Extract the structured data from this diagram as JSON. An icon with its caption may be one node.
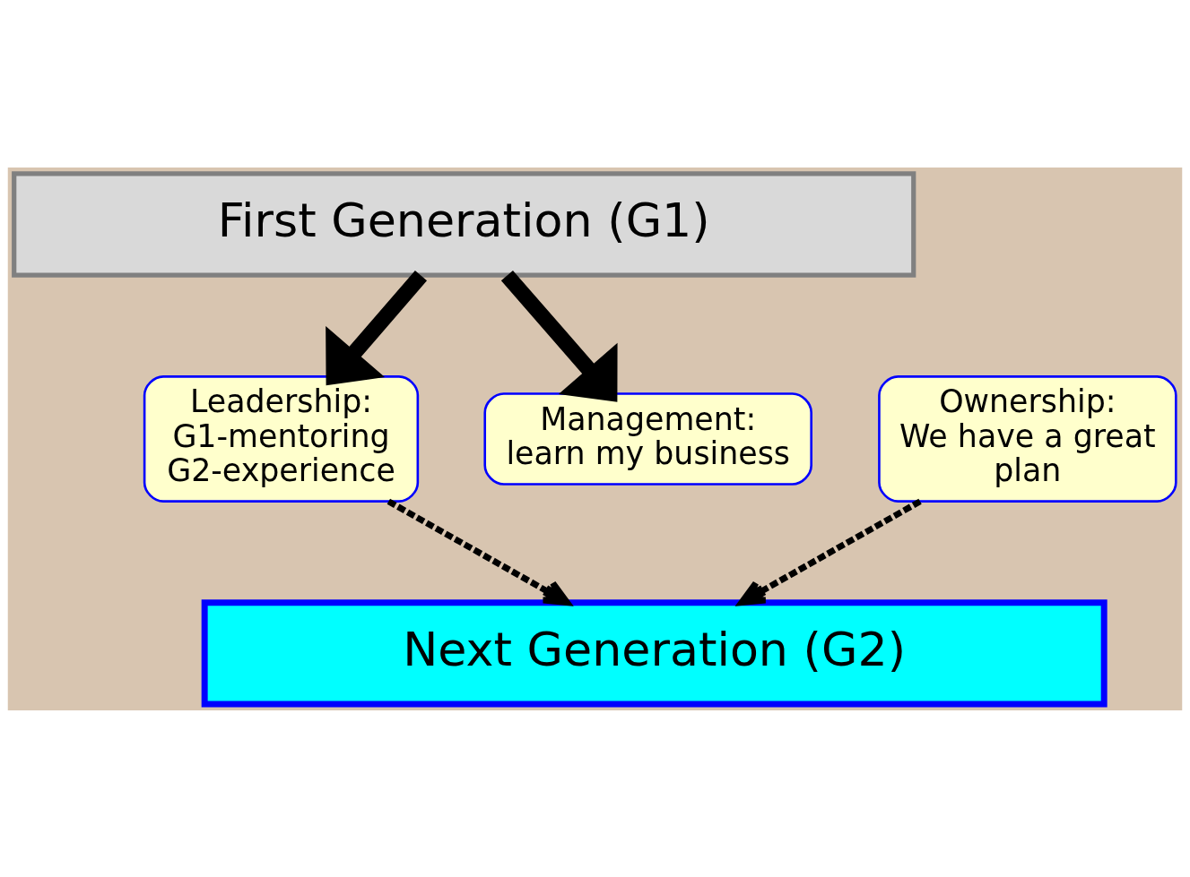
{
  "diagram": {
    "nodes": [
      {
        "text": [
          "First Generation (G1)"
        ]
      },
      {
        "text": [
          "Ownership: We have a great plan"
        ]
      },
      {
        "text": [
          "Leadership: G1-mentoring G2-experience"
        ]
      },
      {
        "text": [
          "Management: learn my business"
        ]
      },
      {
        "text": [
          "Next Generation (G2)"
        ]
      }
    ],
    "edges": [
      {
        "from": 0,
        "to": 3,
        "arrow": "to",
        "style": "thick"
      },
      {
        "from": 0,
        "to": 2,
        "arrow": "to",
        "style": "thick"
      },
      {
        "from": 2,
        "to": 4,
        "arrow": "to",
        "style": "dashed"
      },
      {
        "from": 1,
        "to": 4,
        "arrow": "to",
        "style": "dashed"
      }
    ]
  }
}
